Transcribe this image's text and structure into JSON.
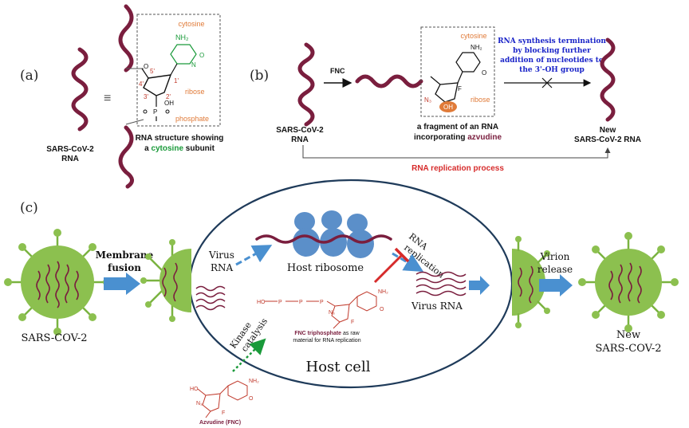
{
  "panel_labels": {
    "a": "(a)",
    "b": "(b)",
    "c": "(c)"
  },
  "panel_a": {
    "rna_label_line1": "SARS-CoV-2",
    "rna_label_line2": "RNA",
    "equiv_symbol": "≡",
    "cytosine": "cytosine",
    "ribose": "ribose",
    "phosphate": "phosphate",
    "nh2": "NH₂",
    "n": "N",
    "o": "O",
    "oh": "OH",
    "p": "P",
    "pos_5": "5'",
    "pos_4": "4'",
    "pos_3": "3'",
    "pos_2": "2'",
    "pos_1": "1'",
    "caption_line1": "RNA structure showing",
    "caption_line2_pre": "a ",
    "caption_line2_highlight": "cytosine",
    "caption_line2_post": " subunit"
  },
  "panel_b": {
    "fnc": "FNC",
    "rna_label_line1": "SARS-CoV-2",
    "rna_label_line2": "RNA",
    "cytosine": "cytosine",
    "ribose": "ribose",
    "n3": "N₃",
    "f": "F",
    "oh": "OH",
    "fragment_line1": "a fragment of an RNA",
    "fragment_line2_pre": "incorporating ",
    "fragment_line2_highlight": "azvudine",
    "termination_line1": "RNA synthesis termination",
    "termination_line2": "by blocking further",
    "termination_line3": "addition of nucleotides to",
    "termination_line4": "the 3'-OH group",
    "new_rna_line1": "New",
    "new_rna_line2": "SARS-CoV-2 RNA",
    "replication_process": "RNA replication process"
  },
  "panel_c": {
    "sars_label": "SARS-COV-2",
    "membrane_line1": "Membrane",
    "membrane_line2": "fusion",
    "virus_rna_line1": "Virus",
    "virus_rna_line2": "RNA",
    "host_ribosome": "Host ribosome",
    "rna_replication_line1": "RNA",
    "rna_replication_line2": "replication",
    "virus_rna_right": "Virus RNA",
    "kinase_line1": "Kinase",
    "kinase_line2": "catalysis",
    "fnc_tp_bold": "FNC triphosphate",
    "fnc_tp_rest": " as raw",
    "fnc_tp_line2": "material for RNA replication",
    "host_cell": "Host cell",
    "virion_line1": "Virion",
    "virion_line2": "release",
    "new_line1": "New",
    "new_line2": "SARS-COV-2",
    "azvudine_label": "Azvudine (FNC)",
    "chem_nh2": "NH₂",
    "chem_oh": "HO",
    "chem_f": "F",
    "chem_n3": "N₃",
    "chem_o": "O",
    "chem_p": "P"
  },
  "colors": {
    "rna_maroon": "#7a1e3e",
    "virus_green": "#8cc04f",
    "arrow_blue": "#4a90d0",
    "ribosome_blue": "#5b8fc9",
    "inhibit_red": "#d62b2b",
    "kinase_green": "#1a9a3a",
    "orange": "#e07b39",
    "chem_red": "#c0392b",
    "term_blue": "#1a24c8"
  }
}
